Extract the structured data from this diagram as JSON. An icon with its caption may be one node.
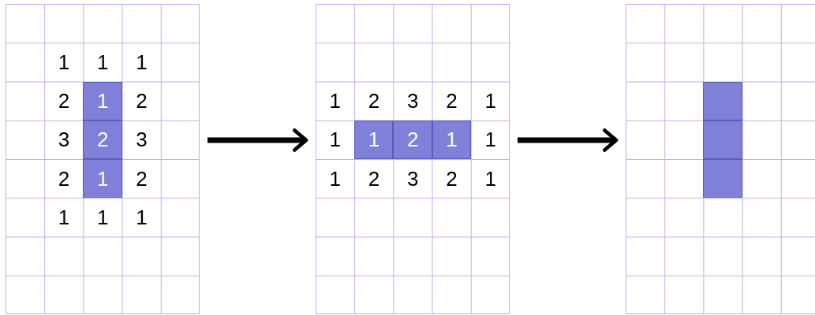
{
  "diagram": {
    "nodes": [
      {
        "text": [],
        "shape": "grid"
      },
      {
        "text": [],
        "shape": "grid"
      },
      {
        "text": [],
        "shape": "grid"
      }
    ],
    "edges": [
      {
        "from": 0,
        "to": 1,
        "arrow": "to"
      },
      {
        "from": 1,
        "to": 2,
        "arrow": "to"
      }
    ],
    "labels": [
      "1",
      "1",
      "1",
      "2",
      "1",
      "2",
      "3",
      "2",
      "3",
      "2",
      "1",
      "2",
      "1",
      "1",
      "1",
      "1",
      "2",
      "3",
      "2",
      "1",
      "1",
      "1",
      "2",
      "1",
      "1",
      "1",
      "2",
      "3",
      "2",
      "1"
    ]
  }
}
